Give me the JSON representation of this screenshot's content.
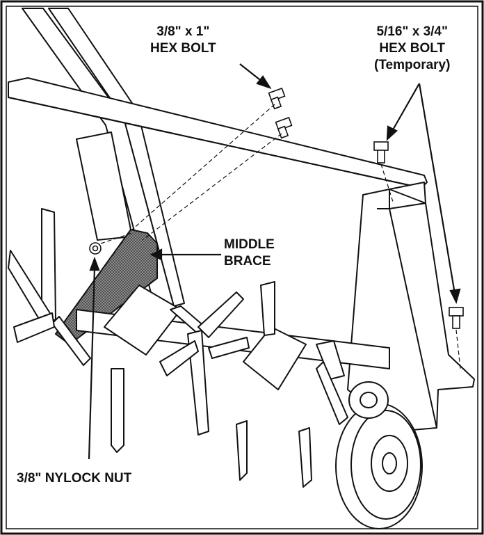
{
  "labels": {
    "hex_bolt_3_8": {
      "line1": "3/8\" x 1\"",
      "line2": "HEX BOLT"
    },
    "hex_bolt_5_16": {
      "line1": "5/16\" x 3/4\"",
      "line2": "HEX BOLT",
      "line3": "(Temporary)"
    },
    "middle_brace": {
      "line1": "MIDDLE",
      "line2": "BRACE"
    },
    "nylock_nut": {
      "line1": "3/8\" NYLOCK NUT"
    }
  },
  "colors": {
    "ink": "#111111",
    "paper": "#ffffff",
    "brace_shade": "#555555"
  }
}
